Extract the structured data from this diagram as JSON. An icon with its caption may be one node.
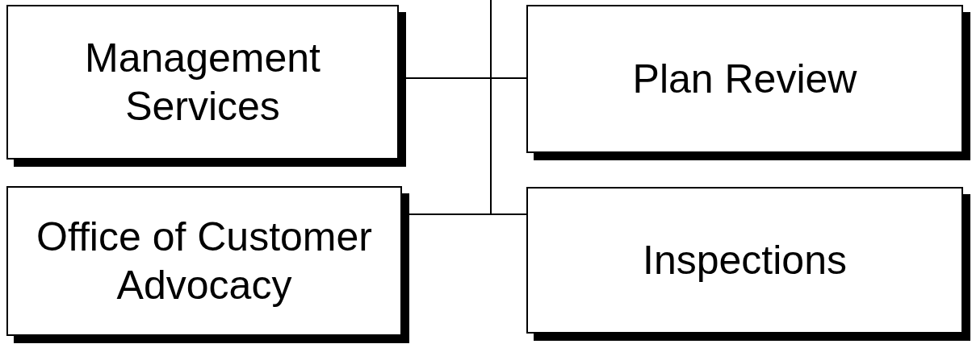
{
  "diagram": {
    "nodes": [
      {
        "text": [
          "Management Services"
        ]
      },
      {
        "text": [
          "Plan Review"
        ]
      },
      {
        "text": [
          "Office of Customer Advocacy"
        ]
      },
      {
        "text": [
          "Inspections"
        ]
      }
    ],
    "edges": [
      {
        "from": null,
        "to": 0,
        "arrow": "none"
      },
      {
        "from": null,
        "to": 1,
        "arrow": "none"
      },
      {
        "from": null,
        "to": 2,
        "arrow": "none"
      },
      {
        "from": null,
        "to": 3,
        "arrow": "none"
      }
    ]
  }
}
